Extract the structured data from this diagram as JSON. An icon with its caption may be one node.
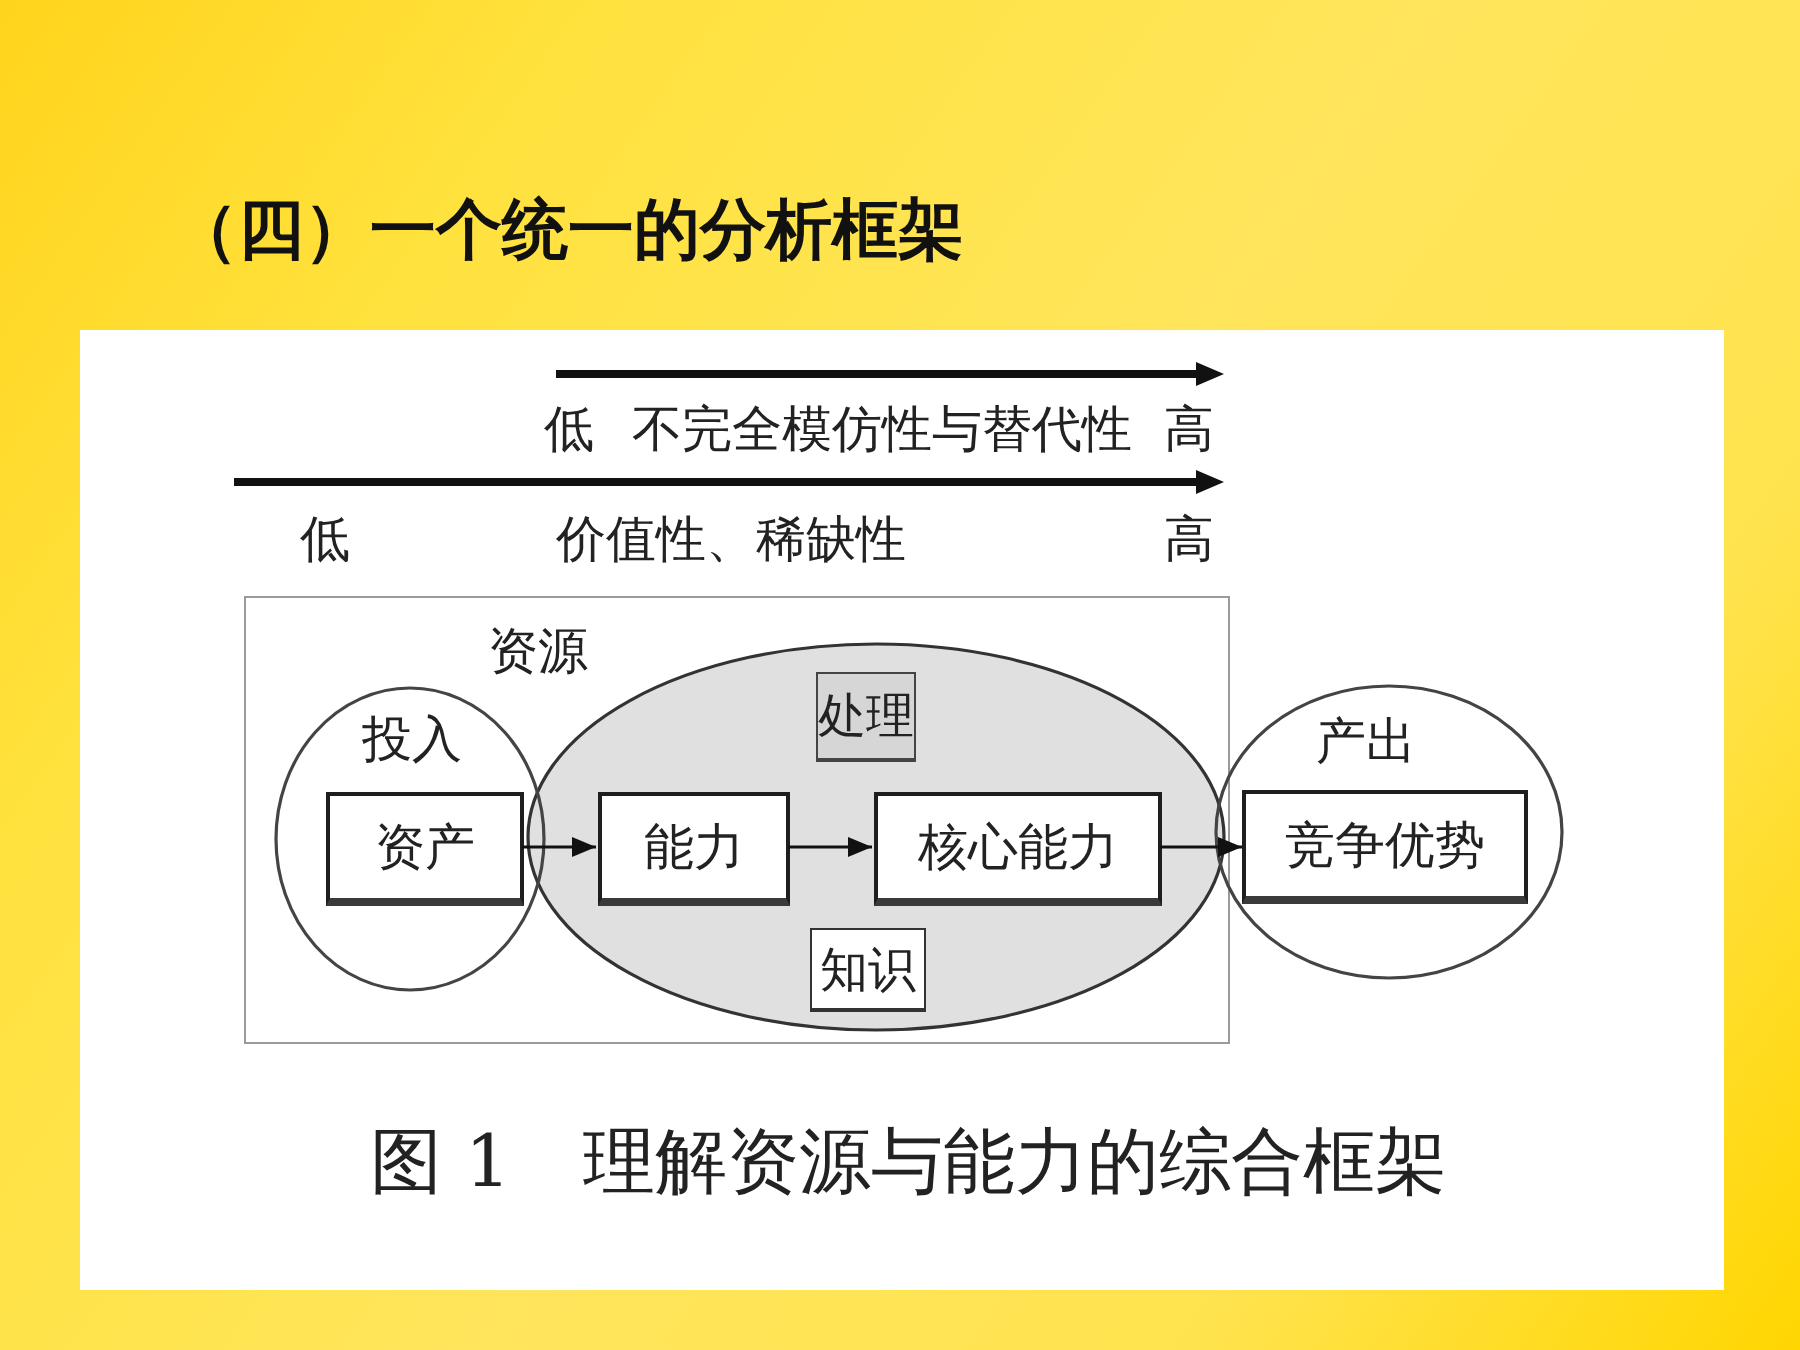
{
  "diagram": {
    "title": "（四）一个统一的分析框架",
    "caption": "图 1　理解资源与能力的综合框架",
    "nodes": [
      {
        "text": [
          "资源"
        ]
      },
      {
        "text": [
          "投入"
        ],
        "in": 0
      },
      {
        "text": [
          "资产"
        ],
        "in": 1
      },
      {
        "text": [],
        "shape": "ellipse",
        "in": 0
      },
      {
        "text": [
          "处理"
        ],
        "in": 3
      },
      {
        "text": [
          "能力"
        ],
        "in": 3
      },
      {
        "text": [
          "核心能力"
        ],
        "in": 3
      },
      {
        "text": [
          "知识"
        ],
        "in": 3
      },
      {
        "text": [
          "产出"
        ]
      },
      {
        "text": [
          "竞争优势"
        ],
        "in": 8
      }
    ],
    "edges": [
      {
        "from": 2,
        "to": 5,
        "arrow": "to"
      },
      {
        "from": 5,
        "to": 6,
        "arrow": "to"
      },
      {
        "from": 6,
        "to": 9,
        "arrow": "to"
      }
    ],
    "labels": [
      "低",
      "不完全模仿性与替代性",
      "高",
      "低",
      "价值性、稀缺性",
      "高"
    ]
  }
}
